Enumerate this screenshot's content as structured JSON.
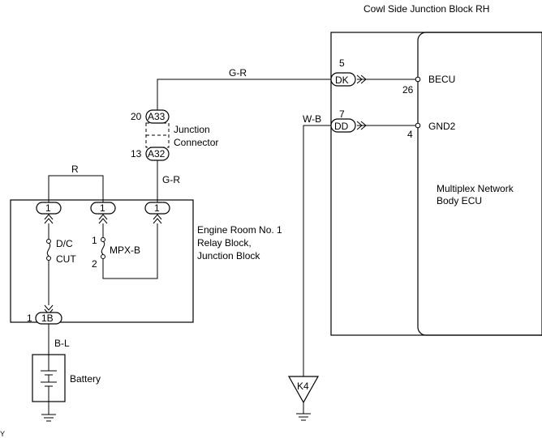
{
  "labels": {
    "cowl_block_title": "Cowl Side Junction Block RH",
    "ecu_name_line1": "Multiplex Network",
    "ecu_name_line2": "Body ECU",
    "becu": "BECU",
    "gnd2": "GND2",
    "pin_becu": "26",
    "pin_gnd2": "4",
    "conn_dk_pin": "5",
    "conn_dk": "DK",
    "conn_dd_pin": "7",
    "conn_dd": "DD",
    "wire_gr_top": "G-R",
    "wire_wb": "W-B",
    "wire_gr_mid": "G-R",
    "wire_r": "R",
    "wire_bl": "B-L",
    "jc_top_pin": "20",
    "jc_top": "A33",
    "jc_bottom_pin": "13",
    "jc_bottom": "A32",
    "jc_name_line1": "Junction",
    "jc_name_line2": "Connector",
    "relay_line1": "Engine Room No. 1",
    "relay_line2": "Relay Block,",
    "relay_line3": "Junction Block",
    "term1": "1",
    "term2": "1",
    "term3": "1",
    "fuse_dc_line1": "D/C",
    "fuse_dc_line2": "CUT",
    "fuse_mpx": "MPX-B",
    "fuse_mpx_pin1": "1",
    "fuse_mpx_pin2": "2",
    "conn_1b_pin": "1",
    "conn_1b": "1B",
    "battery": "Battery",
    "ground_k4": "K4",
    "corner_mark": "Y"
  }
}
